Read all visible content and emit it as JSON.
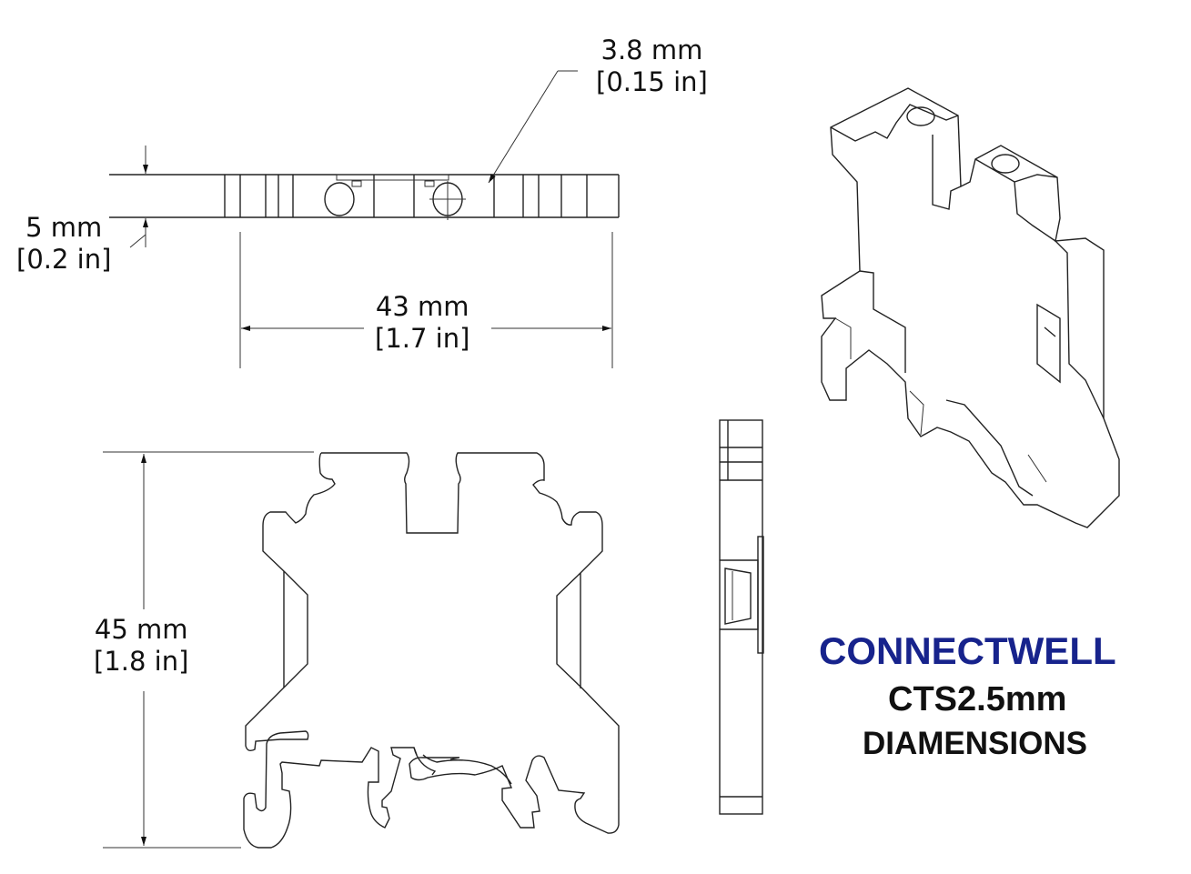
{
  "dimensions": {
    "hole": {
      "mm": "3.8 mm",
      "inch": "[0.15 in]"
    },
    "thickness": {
      "mm": "5 mm",
      "inch": "[0.2 in]"
    },
    "width": {
      "mm": "43 mm",
      "inch": "[1.7 in]"
    },
    "height": {
      "mm": "45 mm",
      "inch": "[1.8 in]"
    }
  },
  "brand": {
    "name": "CONNECTWELL",
    "model": "CTS2.5mm",
    "caption": "DIAMENSIONS",
    "color": "#17238c"
  }
}
